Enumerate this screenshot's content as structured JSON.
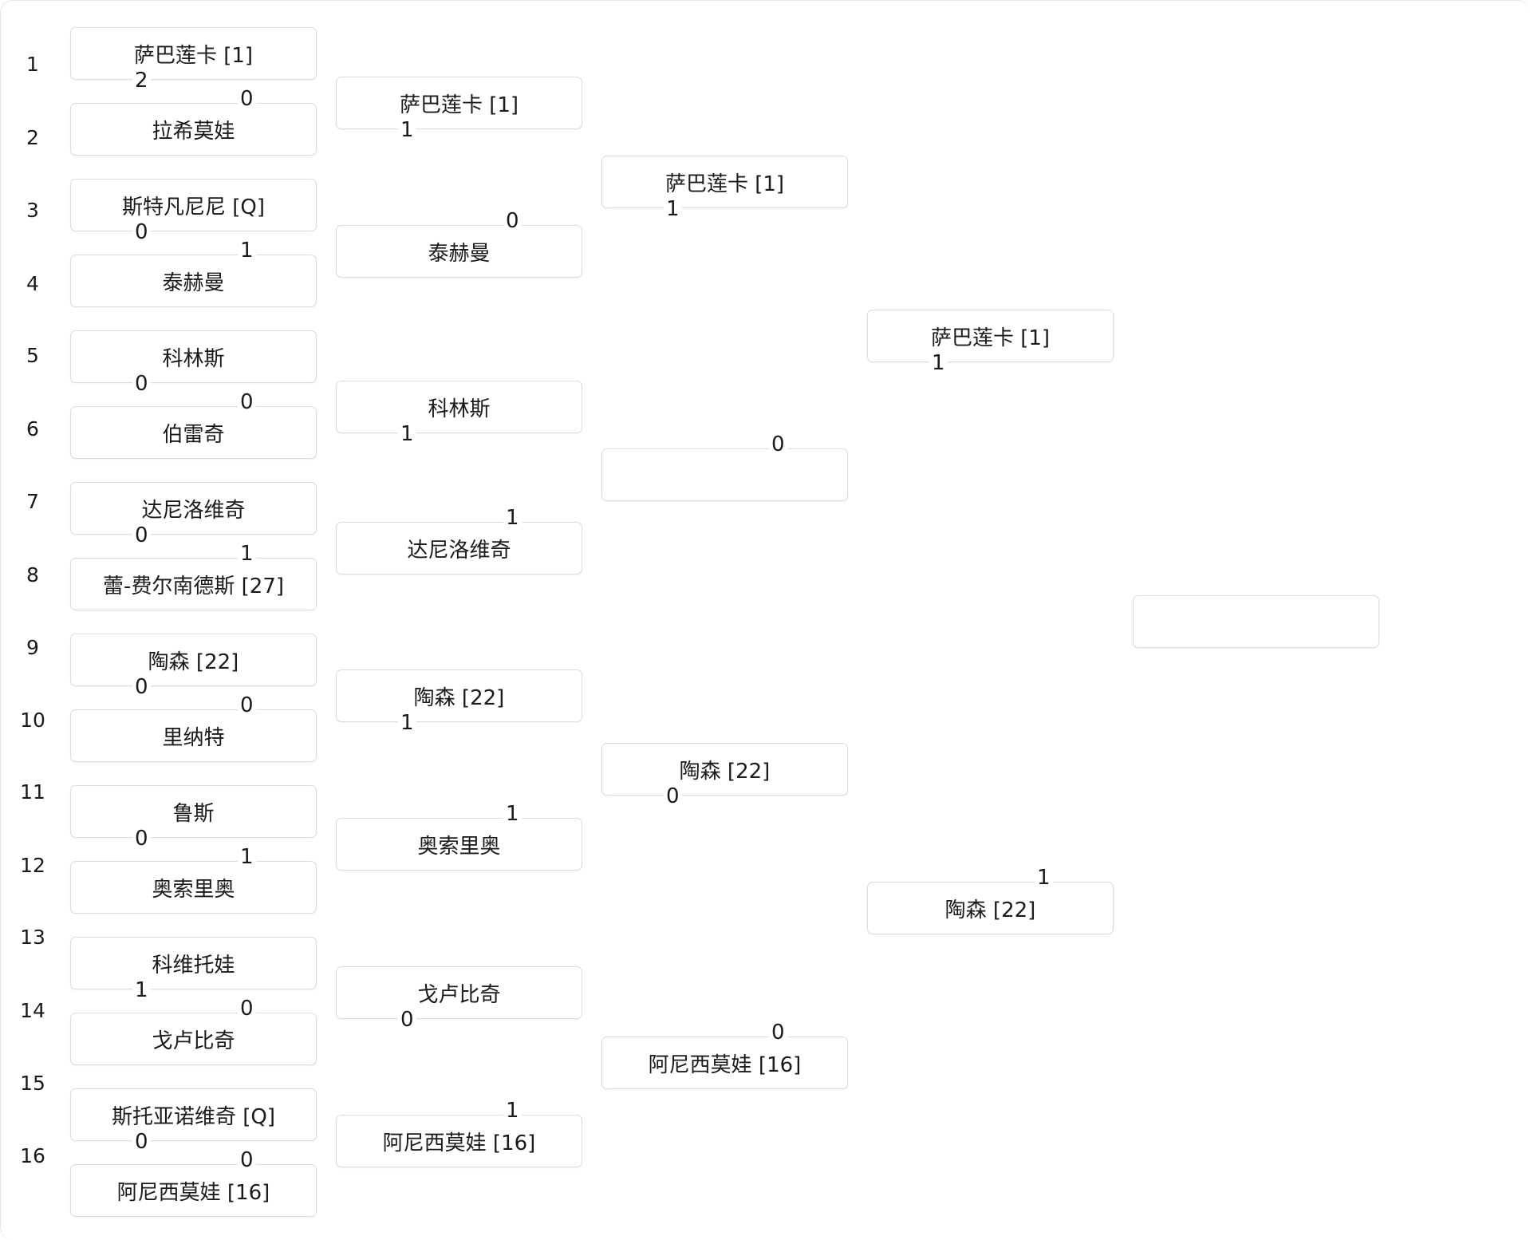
{
  "seeds": [
    "1",
    "2",
    "3",
    "4",
    "5",
    "6",
    "7",
    "8",
    "9",
    "10",
    "11",
    "12",
    "13",
    "14",
    "15",
    "16"
  ],
  "round1": [
    {
      "top": {
        "name": "萨巴莲卡 [1]",
        "score": "2"
      },
      "bottom": {
        "name": "拉希莫娃",
        "score": "0"
      }
    },
    {
      "top": {
        "name": "斯特凡尼尼 [Q]",
        "score": "0"
      },
      "bottom": {
        "name": "泰赫曼",
        "score": "1"
      }
    },
    {
      "top": {
        "name": "科林斯",
        "score": "0"
      },
      "bottom": {
        "name": "伯雷奇",
        "score": "0"
      }
    },
    {
      "top": {
        "name": "达尼洛维奇",
        "score": "0"
      },
      "bottom": {
        "name": "蕾-费尔南德斯 [27]",
        "score": "1"
      }
    },
    {
      "top": {
        "name": "陶森 [22]",
        "score": "0"
      },
      "bottom": {
        "name": "里纳特",
        "score": "0"
      }
    },
    {
      "top": {
        "name": "鲁斯",
        "score": "0"
      },
      "bottom": {
        "name": "奥索里奥",
        "score": "1"
      }
    },
    {
      "top": {
        "name": "科维托娃",
        "score": "1"
      },
      "bottom": {
        "name": "戈卢比奇",
        "score": "0"
      }
    },
    {
      "top": {
        "name": "斯托亚诺维奇 [Q]",
        "score": "0"
      },
      "bottom": {
        "name": "阿尼西莫娃 [16]",
        "score": "0"
      }
    }
  ],
  "round2": [
    {
      "top": {
        "name": "萨巴莲卡 [1]",
        "score": "1"
      },
      "bottom": {
        "name": "泰赫曼",
        "score": "0"
      }
    },
    {
      "top": {
        "name": "科林斯",
        "score": "1"
      },
      "bottom": {
        "name": "达尼洛维奇",
        "score": "1"
      }
    },
    {
      "top": {
        "name": "陶森 [22]",
        "score": "1"
      },
      "bottom": {
        "name": "奥索里奥",
        "score": "1"
      }
    },
    {
      "top": {
        "name": "戈卢比奇",
        "score": "0"
      },
      "bottom": {
        "name": "阿尼西莫娃 [16]",
        "score": "1"
      }
    }
  ],
  "round3": [
    {
      "top": {
        "name": "萨巴莲卡 [1]",
        "score": "1"
      },
      "bottom": {
        "name": "",
        "score": "0"
      }
    },
    {
      "top": {
        "name": "陶森 [22]",
        "score": "0"
      },
      "bottom": {
        "name": "阿尼西莫娃 [16]",
        "score": "0"
      }
    }
  ],
  "round4": [
    {
      "top": {
        "name": "萨巴莲卡 [1]",
        "score": "1"
      },
      "bottom": {
        "name": "陶森 [22]",
        "score": "1"
      }
    }
  ],
  "final": {
    "name": ""
  }
}
